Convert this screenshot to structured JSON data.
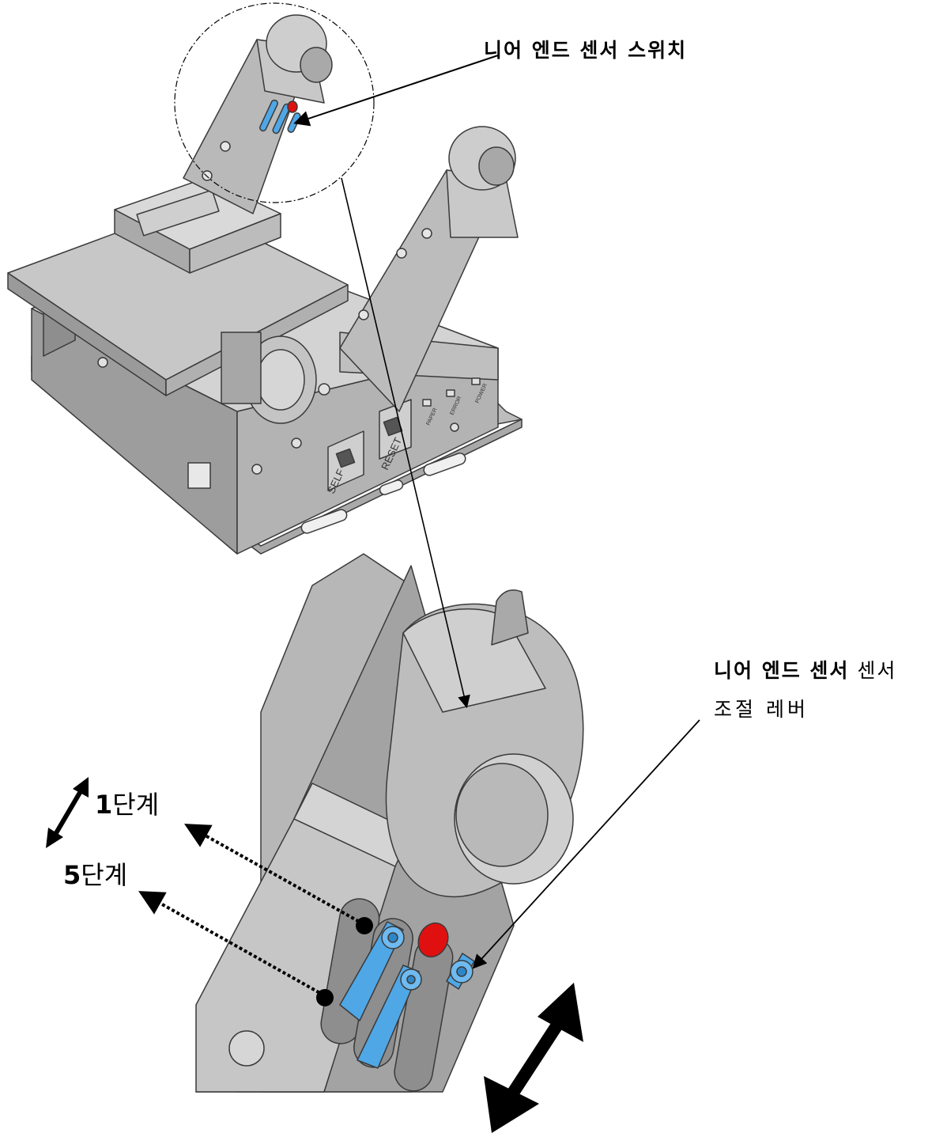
{
  "labels": {
    "near_end_switch": "니어 엔드 센서 스위치",
    "lever_bold": "니어 엔드 센서",
    "lever_plain": " 센서",
    "lever_line2": "조절 레버",
    "step1_num": "1",
    "step1_text": "단계",
    "step5_num": "5",
    "step5_text": "단계"
  },
  "panel_text": {
    "self": "SELF",
    "reset": "RESET",
    "paper": "PAPER",
    "error": "ERROR",
    "power": "POWER"
  },
  "colors": {
    "body_gray": "#c9c9c9",
    "dark_gray": "#8f8f8f",
    "lever_blue": "#4fa7e6",
    "sensor_red": "#e01010",
    "outline": "#3a3a3a"
  }
}
